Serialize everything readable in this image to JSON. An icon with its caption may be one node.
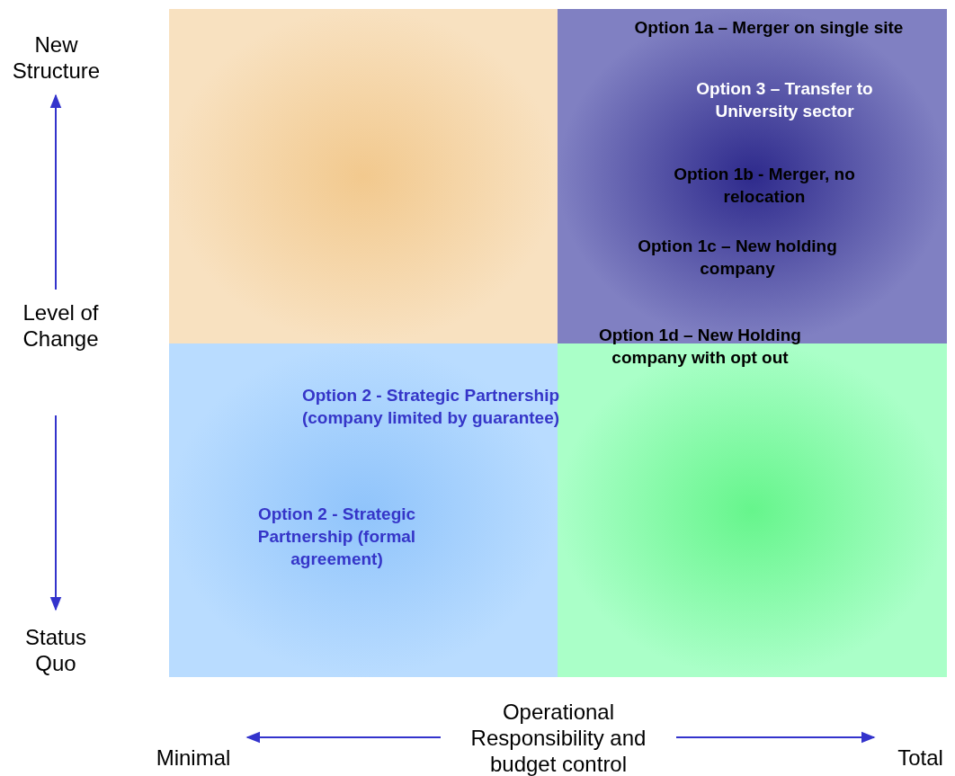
{
  "diagram": {
    "nodes": [
      {
        "text": [],
        "shape": "box"
      },
      {
        "text": [],
        "shape": "box"
      },
      {
        "text": [],
        "shape": "box"
      },
      {
        "text": [],
        "shape": "box"
      }
    ],
    "labels": [
      "New Structure",
      "Option 1a – Merger on single site",
      "Option 3 – Transfer to University sector",
      "Option 1b - Merger, no relocation",
      "Option 1c – New holding company",
      "Level of Change",
      "Option 1d – New Holding company with opt out",
      "Option 2 - Strategic Partnership (company limited by guarantee)",
      "Option 2 - Strategic Partnership (formal agreement)",
      "Status Quo",
      "Operational Responsibility and budget control",
      "Minimal",
      "Total"
    ]
  }
}
